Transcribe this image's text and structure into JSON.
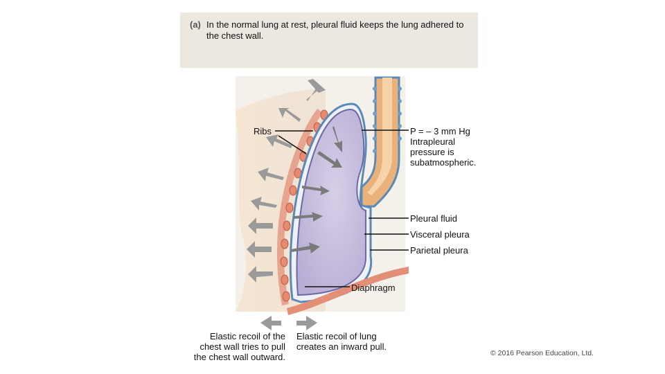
{
  "caption": {
    "tag": "(a)",
    "text": "In the normal lung at rest, pleural fluid keeps the lung adhered to the chest wall."
  },
  "labels": {
    "ribs": "Ribs",
    "pressure_line1": "P = – 3 mm Hg",
    "pressure_line2": "Intrapleural",
    "pressure_line3": "pressure is",
    "pressure_line4": "subatmospheric.",
    "pleural_fluid": "Pleural fluid",
    "visceral_pleura": "Visceral pleura",
    "parietal_pleura": "Parietal pleura",
    "diaphragm": "Diaphragm"
  },
  "notes": {
    "chest_wall_line1": "Elastic recoil of the",
    "chest_wall_line2": "chest wall tries to pull",
    "chest_wall_line3": "the chest wall outward.",
    "lung_line1": "Elastic recoil of lung",
    "lung_line2": "creates an inward pull."
  },
  "copyright": "© 2016 Pearson Education, Ltd.",
  "colors": {
    "lung": "#c9c0de",
    "pleura_blue": "#5b89b8",
    "rib": "#d88a72",
    "skin": "#f3e3cf",
    "arrow_gray": "#8e8e8e",
    "airway": "#e8b27a"
  }
}
